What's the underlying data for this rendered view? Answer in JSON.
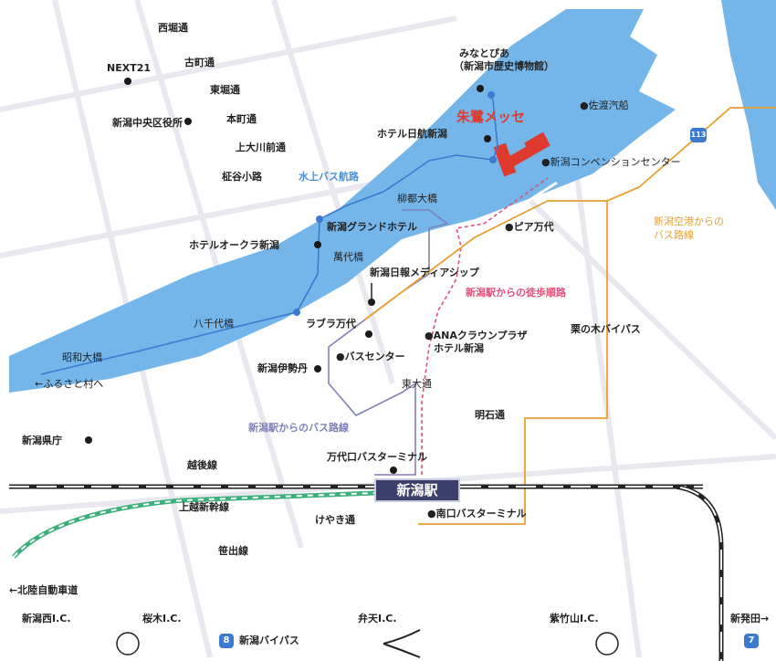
{
  "title_station": "新潟駅",
  "landmarks": {
    "tokimesse": "朱鷺メッセ",
    "minatopia": "みなとぴあ",
    "minatopia_sub": "（新潟市歴史博物館）",
    "sado_kisen": "●佐渡汽船",
    "hotel_nikko": "ホテル日航新潟",
    "convention_center": "●新潟コンベンションセンター",
    "bandai_bridge": "柳都大橋",
    "grand_hotel": "新潟グランドホテル",
    "pier_bandai": "●ピア万代",
    "okura": "ホテルオークラ新潟",
    "bandaibashi": "萬代橋",
    "nippo_media": "新潟日報メディアシップ",
    "lovela": "ラブラ万代",
    "ana_hotel": "●ANAクラウンプラザ",
    "ana_hotel_sub": "ホテル新潟",
    "bus_center": "●バスセンター",
    "isetan": "新潟伊勢丹",
    "higashi_odori": "東大通",
    "akashi": "明石通",
    "bandai_terminal": "万代口バスターミナル",
    "minamiguchi_terminal": "●南口バスターミナル",
    "keyaki": "けやき通",
    "kencho": "新潟県庁",
    "next21": "NEXT21",
    "chuo_ward": "新潟中央区役所",
    "yachiyo": "八千代橋",
    "showa": "昭和大橋",
    "furusato": "←ふるさと村へ",
    "hokuriku": "←北陸自動車道"
  },
  "streets": {
    "nishibori": "西堀通",
    "furumachi": "古町通",
    "higashibori": "東堀通",
    "honcho": "本町通",
    "kamiokawa": "上大川前通",
    "sakuragi": "柾谷小路",
    "etsugo": "越後線",
    "joetsu": "上越新幹線",
    "sasaide": "笹出線",
    "kurenoki": "栗の木バイパス",
    "niigata_bypass": "新潟バイパス"
  },
  "routes": {
    "water_bus": "水上バス航路",
    "walking": "新潟駅からの徒歩順路",
    "airport_bus_1": "新潟空港からの",
    "airport_bus_2": "バス路線",
    "station_bus": "新潟駅からのバス路線"
  },
  "interchanges": {
    "nishi_ic": "新潟西I.C.",
    "sakuragi_ic": "桜木I.C.",
    "benten_ic": "弁天I.C.",
    "shinya_ic": "紫竹山I.C.",
    "shibata": "新発田→"
  },
  "route_shields": {
    "r8": "8",
    "r7": "7",
    "r113": "113"
  },
  "colors": {
    "river": "#74b6ea",
    "walking": "#e0507a",
    "airport_bus": "#e8a030",
    "station_bus": "#8080b8",
    "water_bus": "#3b7ad1",
    "shinkansen": "#3bb07a",
    "tokimesse": "#e03a2f"
  }
}
